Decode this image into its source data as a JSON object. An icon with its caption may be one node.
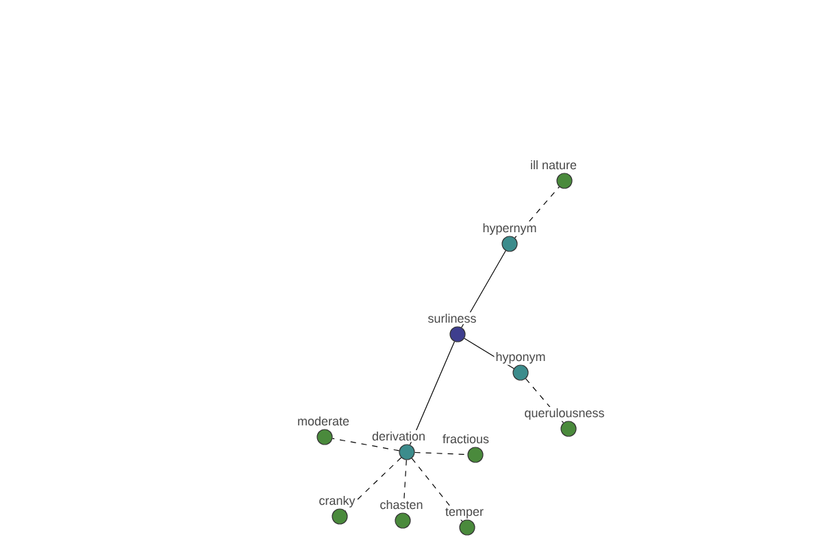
{
  "diagram": {
    "nodes": [
      {
        "text": [
          "ill nature"
        ]
      },
      {
        "text": [
          "hypernym"
        ]
      },
      {
        "text": [
          "surliness"
        ]
      },
      {
        "text": [
          "hyponym"
        ]
      },
      {
        "text": [
          "querulousness"
        ]
      },
      {
        "text": [
          "moderate"
        ]
      },
      {
        "text": [
          "derivation"
        ]
      },
      {
        "text": [
          "fractious"
        ]
      },
      {
        "text": [
          "cranky"
        ]
      },
      {
        "text": [
          "chasten"
        ]
      },
      {
        "text": [
          "temper"
        ]
      }
    ],
    "edges": [
      {
        "from": 2,
        "to": 1,
        "arrow": "none"
      },
      {
        "from": 1,
        "to": 0,
        "arrow": "none",
        "style": "dashed"
      },
      {
        "from": 2,
        "to": 3,
        "arrow": "none"
      },
      {
        "from": 3,
        "to": 4,
        "arrow": "none",
        "style": "dashed"
      },
      {
        "from": 2,
        "to": 6,
        "arrow": "none"
      },
      {
        "from": 6,
        "to": 5,
        "arrow": "none",
        "style": "dashed"
      },
      {
        "from": 6,
        "to": 7,
        "arrow": "none",
        "style": "dashed"
      },
      {
        "from": 6,
        "to": 8,
        "arrow": "none",
        "style": "dashed"
      },
      {
        "from": 6,
        "to": 9,
        "arrow": "none",
        "style": "dashed"
      },
      {
        "from": 6,
        "to": 10,
        "arrow": "none",
        "style": "dashed"
      }
    ]
  }
}
